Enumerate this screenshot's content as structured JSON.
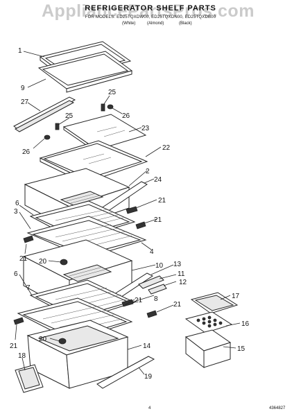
{
  "header": {
    "title": "REFRIGERATOR SHELF PARTS",
    "models": "FOR MODELS: ED25TQXDW00, ED25TQXDN00, ED25TQXDB00",
    "finish_white": "(White)",
    "finish_almond": "(Almond)",
    "finish_black": "(Black)"
  },
  "watermark": "AppliancePartsPros.com",
  "footer": {
    "page": "4",
    "part_number": "4364827"
  },
  "callouts": {
    "c1": "1",
    "c9": "9",
    "c27": "27",
    "c25a": "25",
    "c26a": "26",
    "c25b": "25",
    "c26b": "26",
    "c23": "23",
    "c22": "22",
    "c2": "2",
    "c24": "24",
    "c21a": "21",
    "c6a": "6",
    "c3": "3",
    "c21b": "21",
    "c4": "4",
    "c21c": "21",
    "c20a": "20",
    "c10": "10",
    "c13": "13",
    "c11": "11",
    "c12": "12",
    "c6b": "6",
    "c8": "8",
    "c21d": "21",
    "c21e": "21",
    "c17": "17",
    "c16": "16",
    "c15": "15",
    "c18": "18",
    "c20b": "20",
    "c14": "14",
    "c19": "19",
    "c21f": "21",
    "c7": "7"
  }
}
